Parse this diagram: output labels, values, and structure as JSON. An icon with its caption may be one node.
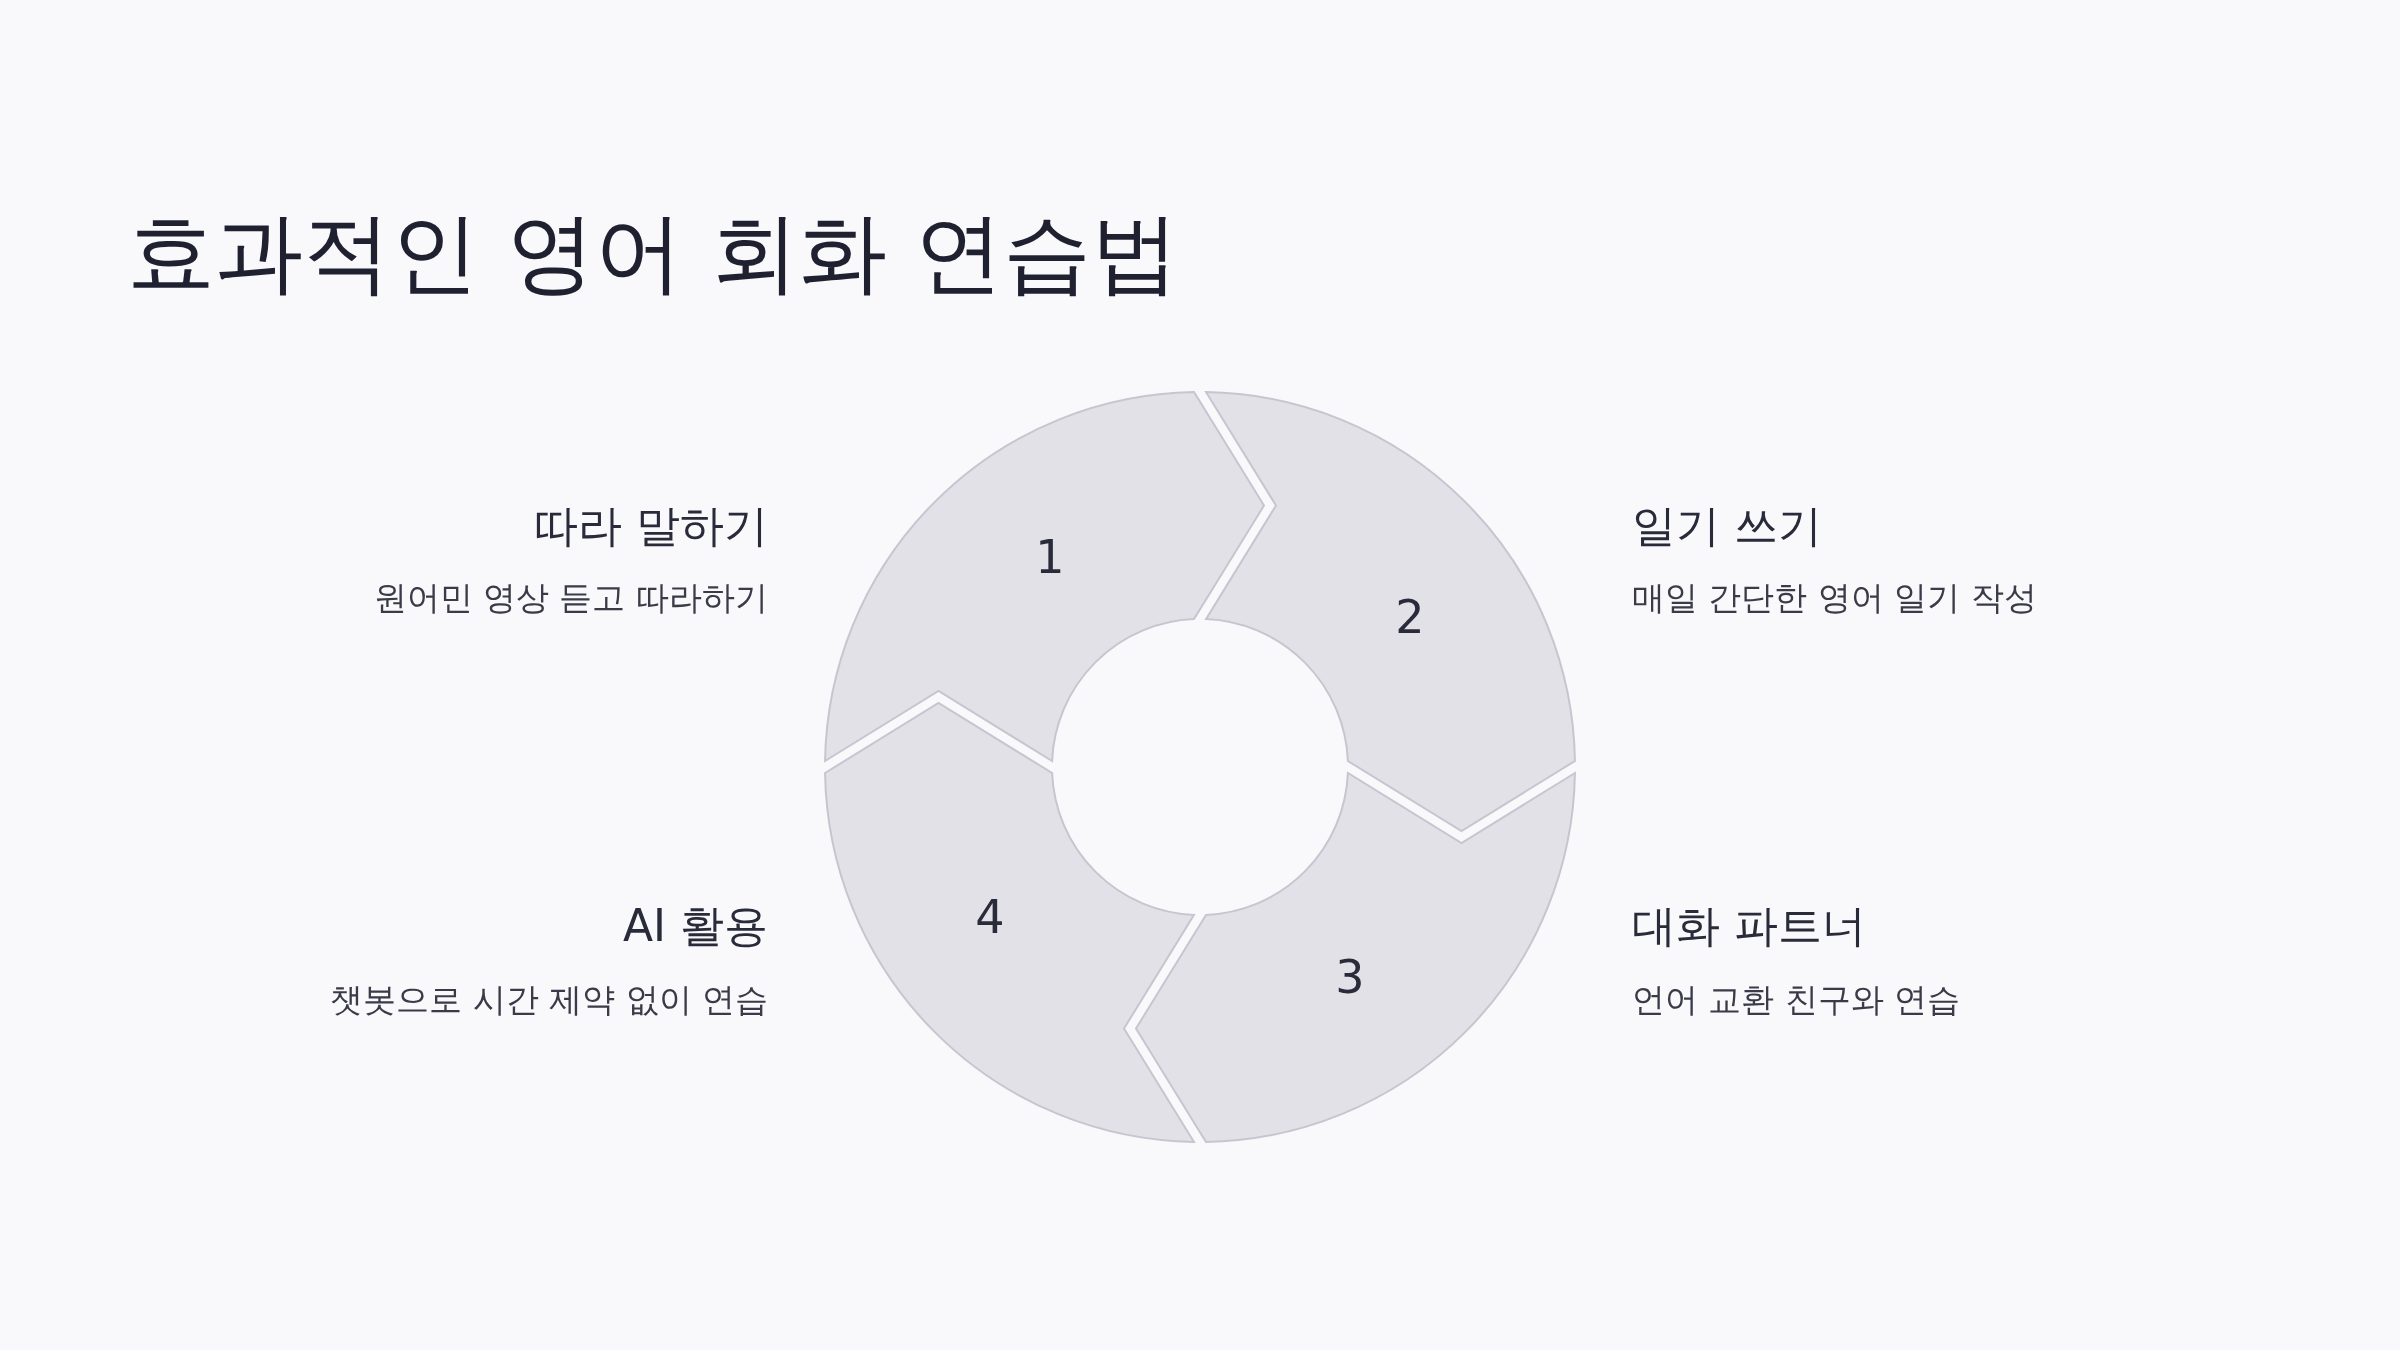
{
  "diagram": {
    "title": "효과적인 영어 회화 연습법",
    "nodes": [
      {
        "text": [
          "1"
        ],
        "beside": [
          "따라 말하기",
          "원어민 영상 듣고 따라하기"
        ]
      },
      {
        "text": [
          "2"
        ],
        "beside": [
          "일기 쓰기",
          "매일 간단한 영어 일기 작성"
        ]
      },
      {
        "text": [
          "3"
        ],
        "beside": [
          "대화 파트너",
          "언어 교환 친구와 연습"
        ]
      },
      {
        "text": [
          "4"
        ],
        "beside": [
          "AI 활용",
          "챗봇으로 시간 제약 없이 연습"
        ]
      }
    ]
  }
}
